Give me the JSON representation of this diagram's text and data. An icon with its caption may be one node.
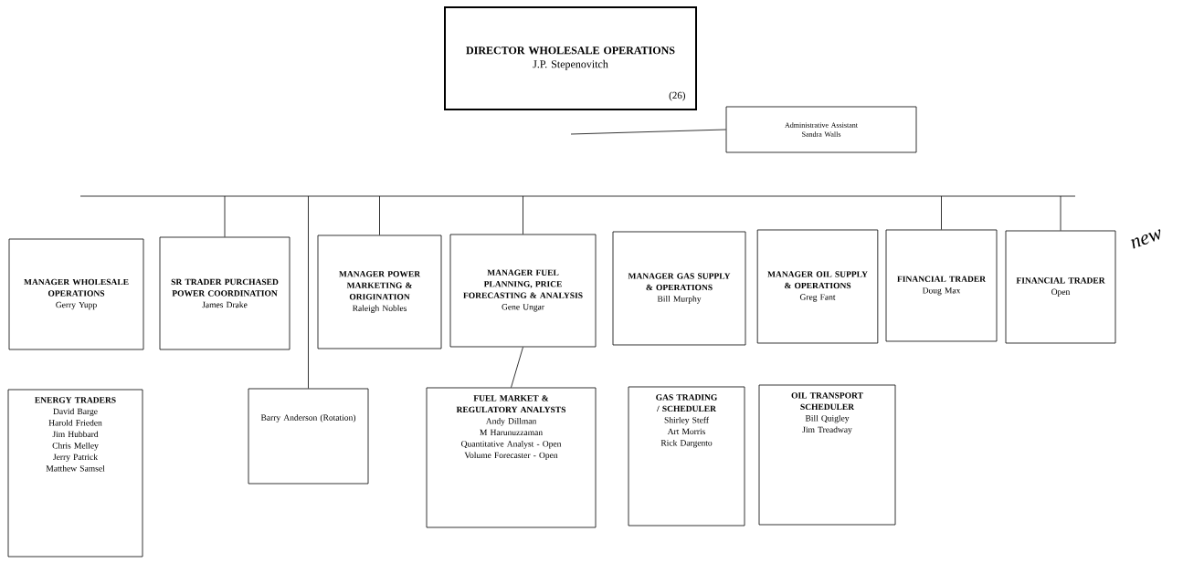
{
  "diagram": {
    "nodes": [
      {
        "text": [
          "DIRECTOR WHOLESALE OPERATIONS",
          "J.P. Stepenovitch",
          "(26)"
        ]
      },
      {
        "text": [
          "Administrative Assistant",
          "Sandra Walls"
        ]
      },
      {
        "text": [
          "MANAGER WHOLESALE OPERATIONS",
          "Gerry Yupp"
        ]
      },
      {
        "text": [
          "SR TRADER PURCHASED POWER COORDINATION",
          "James Drake"
        ]
      },
      {
        "text": [
          "MANAGER POWER MARKETING & ORIGINATION",
          "Raleigh Nobles"
        ]
      },
      {
        "text": [
          "MANAGER FUEL PLANNING, PRICE FORECASTING & ANALYSIS",
          "Gene Ungar"
        ]
      },
      {
        "text": [
          "MANAGER GAS SUPPLY & OPERATIONS",
          "Bill Murphy"
        ]
      },
      {
        "text": [
          "MANAGER OIL SUPPLY & OPERATIONS",
          "Greg Fant"
        ]
      },
      {
        "text": [
          "FINANCIAL TRADER",
          "Doug Max"
        ]
      },
      {
        "text": [
          "FINANCIAL TRADER",
          "Open"
        ]
      },
      {
        "text": [
          "ENERGY TRADERS",
          "David Barge",
          "Harold Frieden",
          "Jim Hubbard",
          "Chris Melley",
          "Jerry Patrick",
          "Matthew Samsel"
        ]
      },
      {
        "text": [
          "Barry Anderson (Rotation)"
        ]
      },
      {
        "text": [
          "FUEL MARKET & REGULATORY ANALYSTS",
          "Andy Dillman",
          "M Harunuzzaman",
          "Quantitative Analyst - Open",
          "Volume Forecaster - Open"
        ]
      },
      {
        "text": [
          "GAS TRADING / SCHEDULER",
          "Shirley Steff",
          "Art Morris",
          "Rick Dargento"
        ]
      },
      {
        "text": [
          "OIL TRANSPORT SCHEDULER",
          "Bill Quigley",
          "Jim Treadway"
        ]
      }
    ],
    "edges": [
      {
        "from": null,
        "to": 1,
        "arrow": "none"
      },
      {
        "from": null,
        "to": 3,
        "arrow": "none"
      },
      {
        "from": null,
        "to": 11,
        "arrow": "none"
      },
      {
        "from": null,
        "to": 4,
        "arrow": "none"
      },
      {
        "from": null,
        "to": 5,
        "arrow": "none"
      },
      {
        "from": null,
        "to": 8,
        "arrow": "none"
      },
      {
        "from": null,
        "to": 9,
        "arrow": "none"
      },
      {
        "from": 5,
        "to": 12,
        "arrow": "none"
      }
    ],
    "labels": [
      "new"
    ]
  }
}
